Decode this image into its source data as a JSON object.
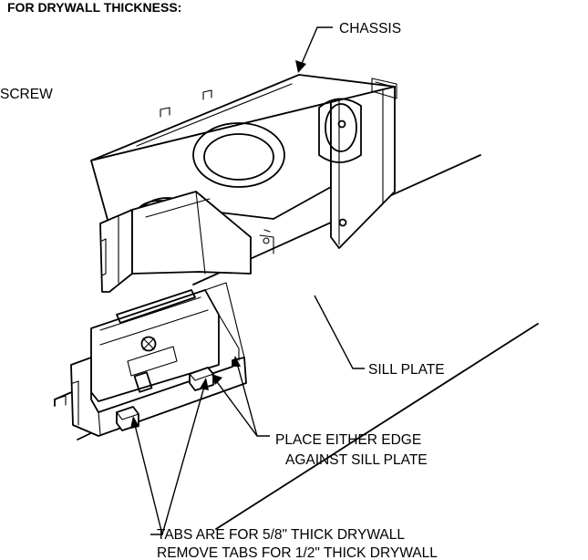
{
  "labels": {
    "header": "FOR DRYWALL THICKNESS:",
    "chassis": "CHASSIS",
    "screw": "SCREW",
    "sill_plate": "SILL PLATE",
    "edge_line1": "PLACE EITHER EDGE",
    "edge_line2": "AGAINST SILL PLATE",
    "tabs_line1": "TABS ARE FOR 5/8\" THICK DRYWALL",
    "tabs_line2": "REMOVE TABS FOR 1/2\" THICK DRYWALL"
  },
  "colors": {
    "ink": "#000000",
    "paper": "#ffffff"
  }
}
